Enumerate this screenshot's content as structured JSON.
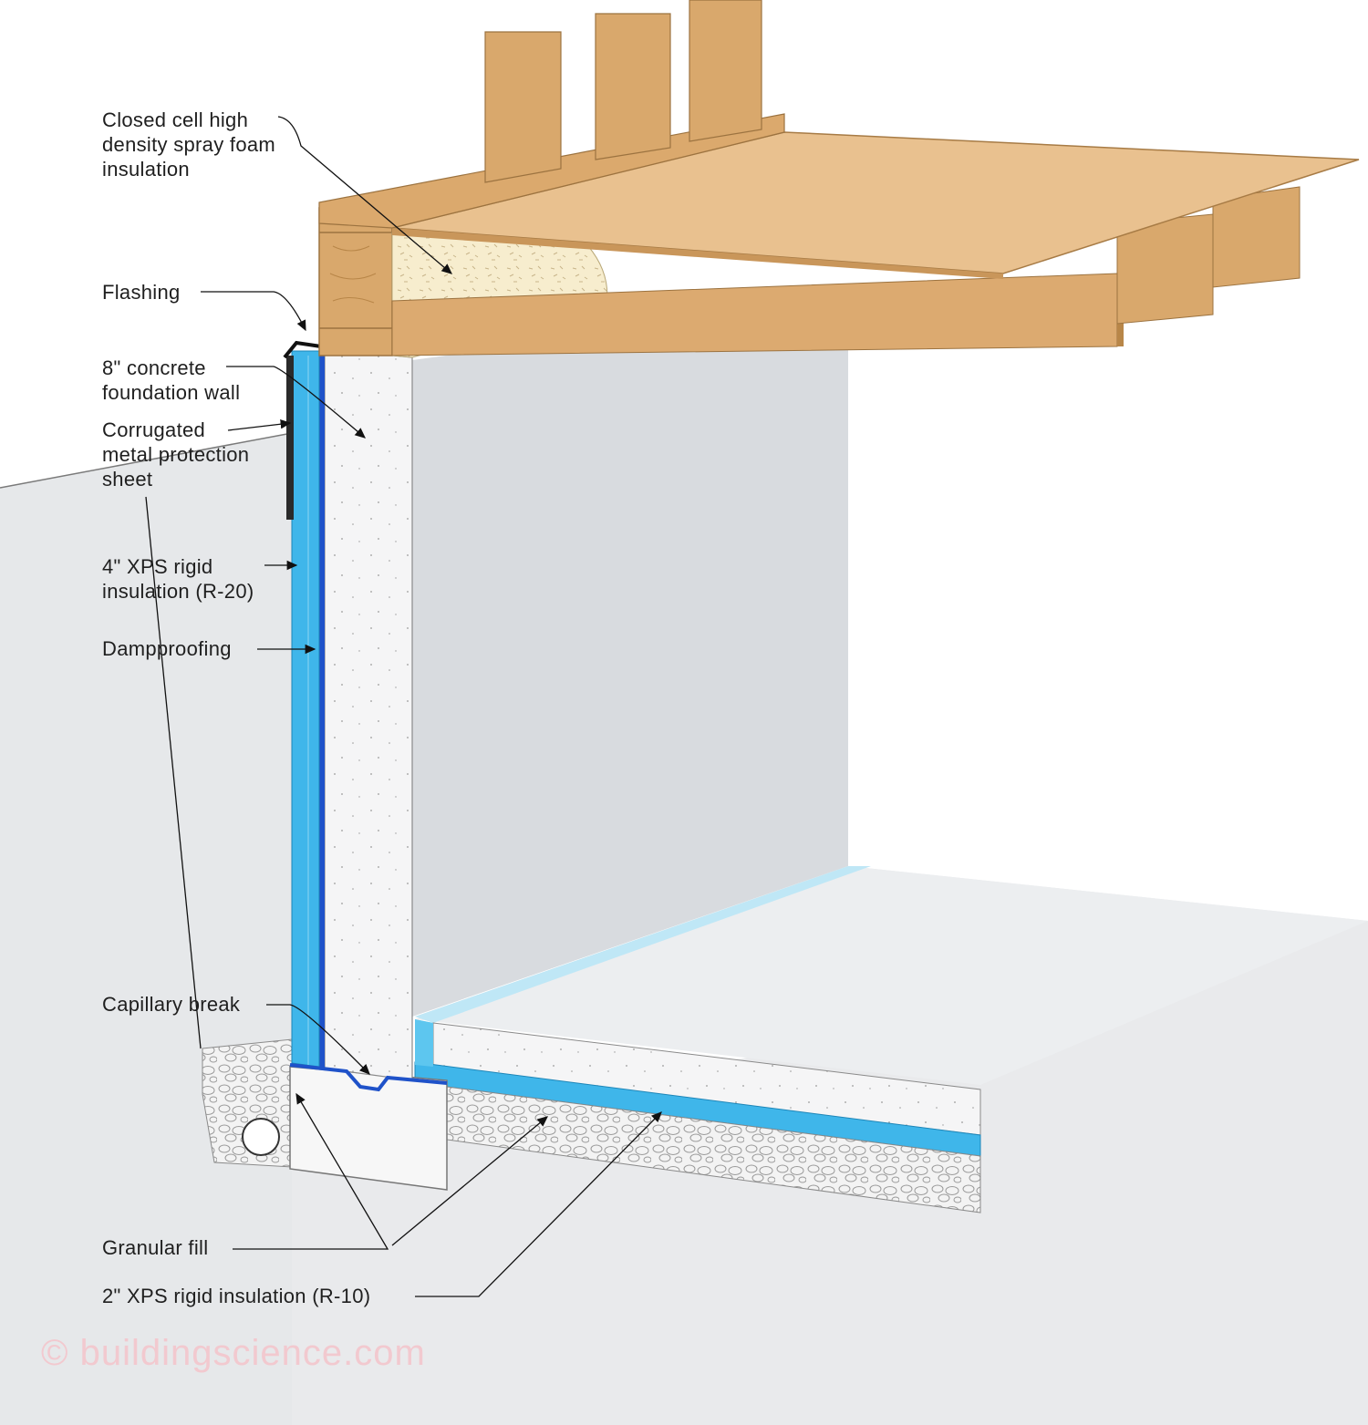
{
  "labels": {
    "spray_foam": "Closed cell high\ndensity spray foam\ninsulation",
    "flashing": "Flashing",
    "concrete_wall": "8\" concrete\nfoundation wall",
    "corrugated": "Corrugated\nmetal protection\nsheet",
    "xps_wall": "4\" XPS rigid\ninsulation (R-20)",
    "dampproofing": "Dampproofing",
    "capillary_break": "Capillary break",
    "granular_fill": "Granular fill",
    "xps_slab": "2\" XPS rigid insulation (R-10)"
  },
  "watermark": "© buildingscience.com",
  "colors": {
    "wood": "#d9a86c",
    "wood_dark": "#b88648",
    "subfloor": "#e9c18f",
    "spray_foam": "#f6ebc9",
    "concrete": "#f4f4f5",
    "interior_wall": "#d7dade",
    "soil": "#e8e9eb",
    "xps": "#3fb6ea",
    "xps_light": "#8fd6f3",
    "dampproofing": "#1f52c9",
    "gravel": "#f0f0f0"
  }
}
